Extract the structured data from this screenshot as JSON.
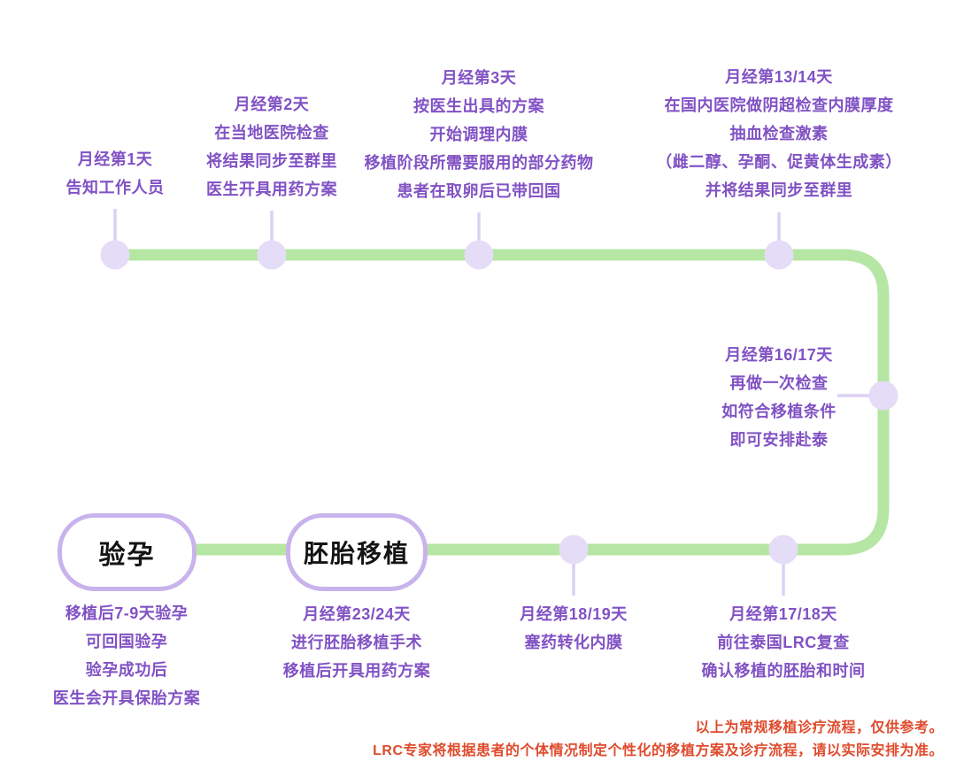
{
  "timeline": {
    "line_color": "#b5e6a3",
    "node_color": "#e5dcf7",
    "stem_color": "#dcd0f2",
    "note_text_color": "#8152c4",
    "pill_border_color": "#c9b3ec",
    "pill_text_color": "#141414"
  },
  "steps": [
    {
      "note_lines": [
        "月经第1天",
        "告知工作人员"
      ]
    },
    {
      "note_lines": [
        "月经第2天",
        "在当地医院检查",
        "将结果同步至群里",
        "医生开具用药方案"
      ]
    },
    {
      "note_lines": [
        "月经第3天",
        "按医生出具的方案",
        "开始调理内膜",
        "移植阶段所需要服用的部分药物",
        "患者在取卵后已带回国"
      ]
    },
    {
      "note_lines": [
        "月经第13/14天",
        "在国内医院做阴超检查内膜厚度",
        "抽血检查激素",
        "（雌二醇、孕酮、促黄体生成素）",
        "并将结果同步至群里"
      ]
    },
    {
      "note_lines": [
        "月经第16/17天",
        "再做一次检查",
        "如符合移植条件",
        "即可安排赴泰"
      ]
    },
    {
      "note_lines": [
        "月经第17/18天",
        "前往泰国LRC复查",
        "确认移植的胚胎和时间"
      ]
    },
    {
      "note_lines": [
        "月经第18/19天",
        "塞药转化内膜"
      ]
    },
    {
      "label": "胚胎移植",
      "note_lines": [
        "月经第23/24天",
        "进行胚胎移植手术",
        "移植后开具用药方案"
      ]
    },
    {
      "label": "验孕",
      "note_lines": [
        "移植后7-9天验孕",
        "可回国验孕",
        "验孕成功后",
        "医生会开具保胎方案"
      ]
    }
  ],
  "disclaimer": {
    "color": "#df4b2d",
    "lines": [
      "以上为常规移植诊疗流程，仅供参考。",
      "LRC专家将根据患者的个体情况制定个性化的移植方案及诊疗流程，请以实际安排为准。"
    ]
  }
}
